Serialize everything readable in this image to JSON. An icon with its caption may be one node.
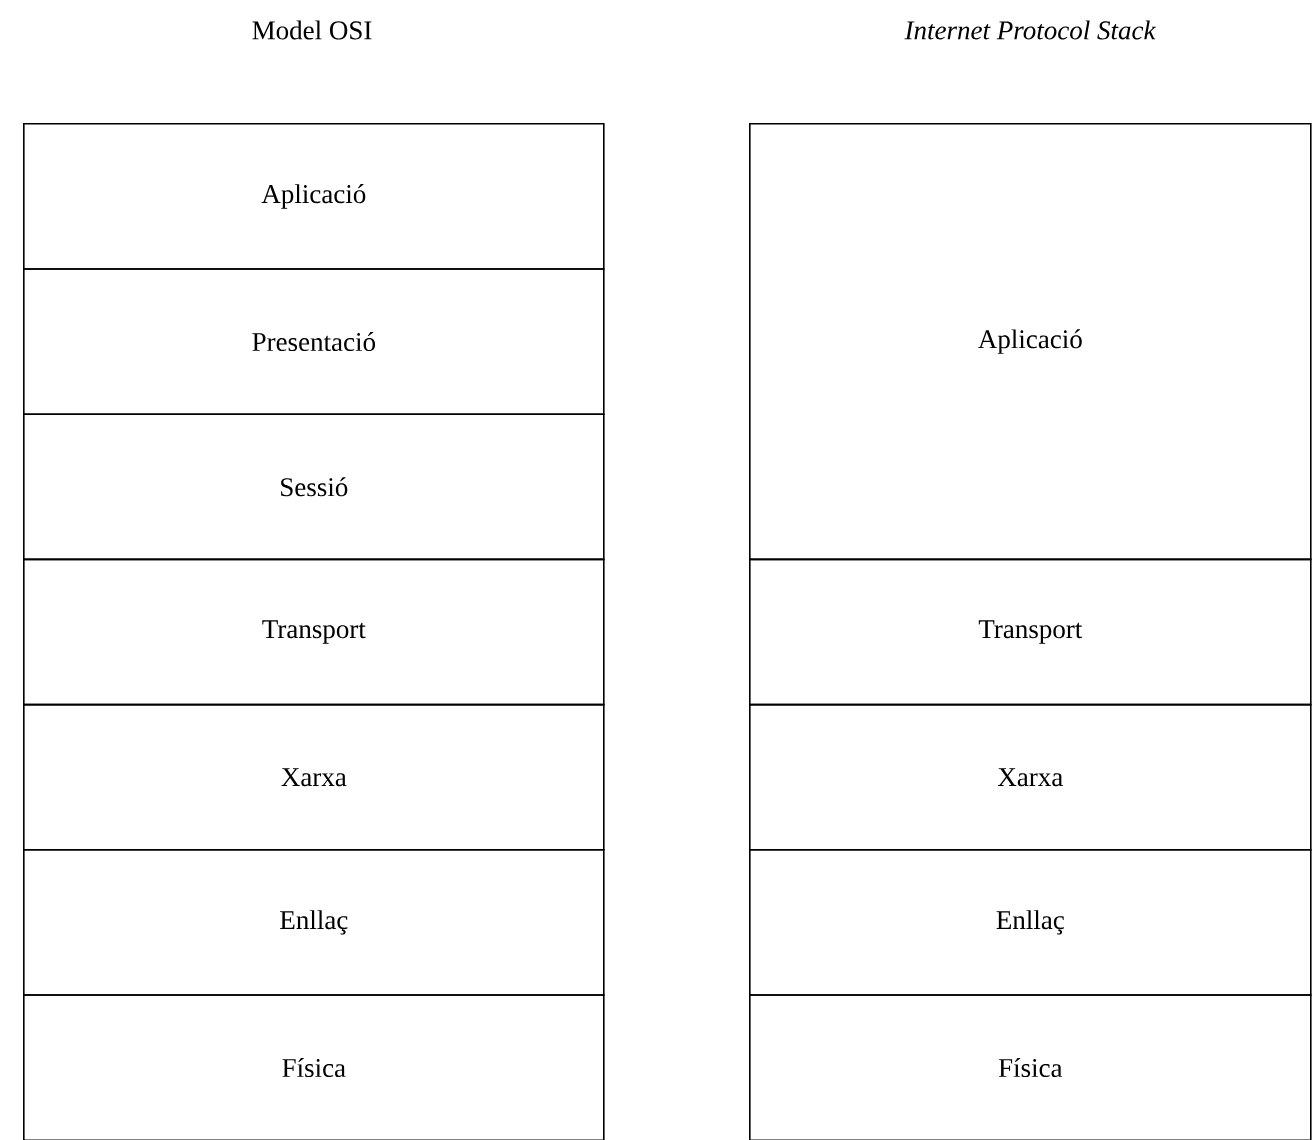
{
  "diagram": {
    "nodes": [
      {
        "text": [
          "Aplicació"
        ]
      },
      {
        "text": [
          "Presentació"
        ]
      },
      {
        "text": [
          "Sessió"
        ]
      },
      {
        "text": [
          "Transport"
        ]
      },
      {
        "text": [
          "Xarxa"
        ]
      },
      {
        "text": [
          "Enllaç"
        ]
      },
      {
        "text": [
          "Física"
        ]
      },
      {
        "text": [
          "Aplicació"
        ]
      },
      {
        "text": [
          "Transport"
        ]
      },
      {
        "text": [
          "Xarxa"
        ]
      },
      {
        "text": [
          "Enllaç"
        ]
      },
      {
        "text": [
          "Física"
        ]
      }
    ],
    "labels": [
      "Model OSI",
      "Internet Protocol Stack"
    ]
  }
}
